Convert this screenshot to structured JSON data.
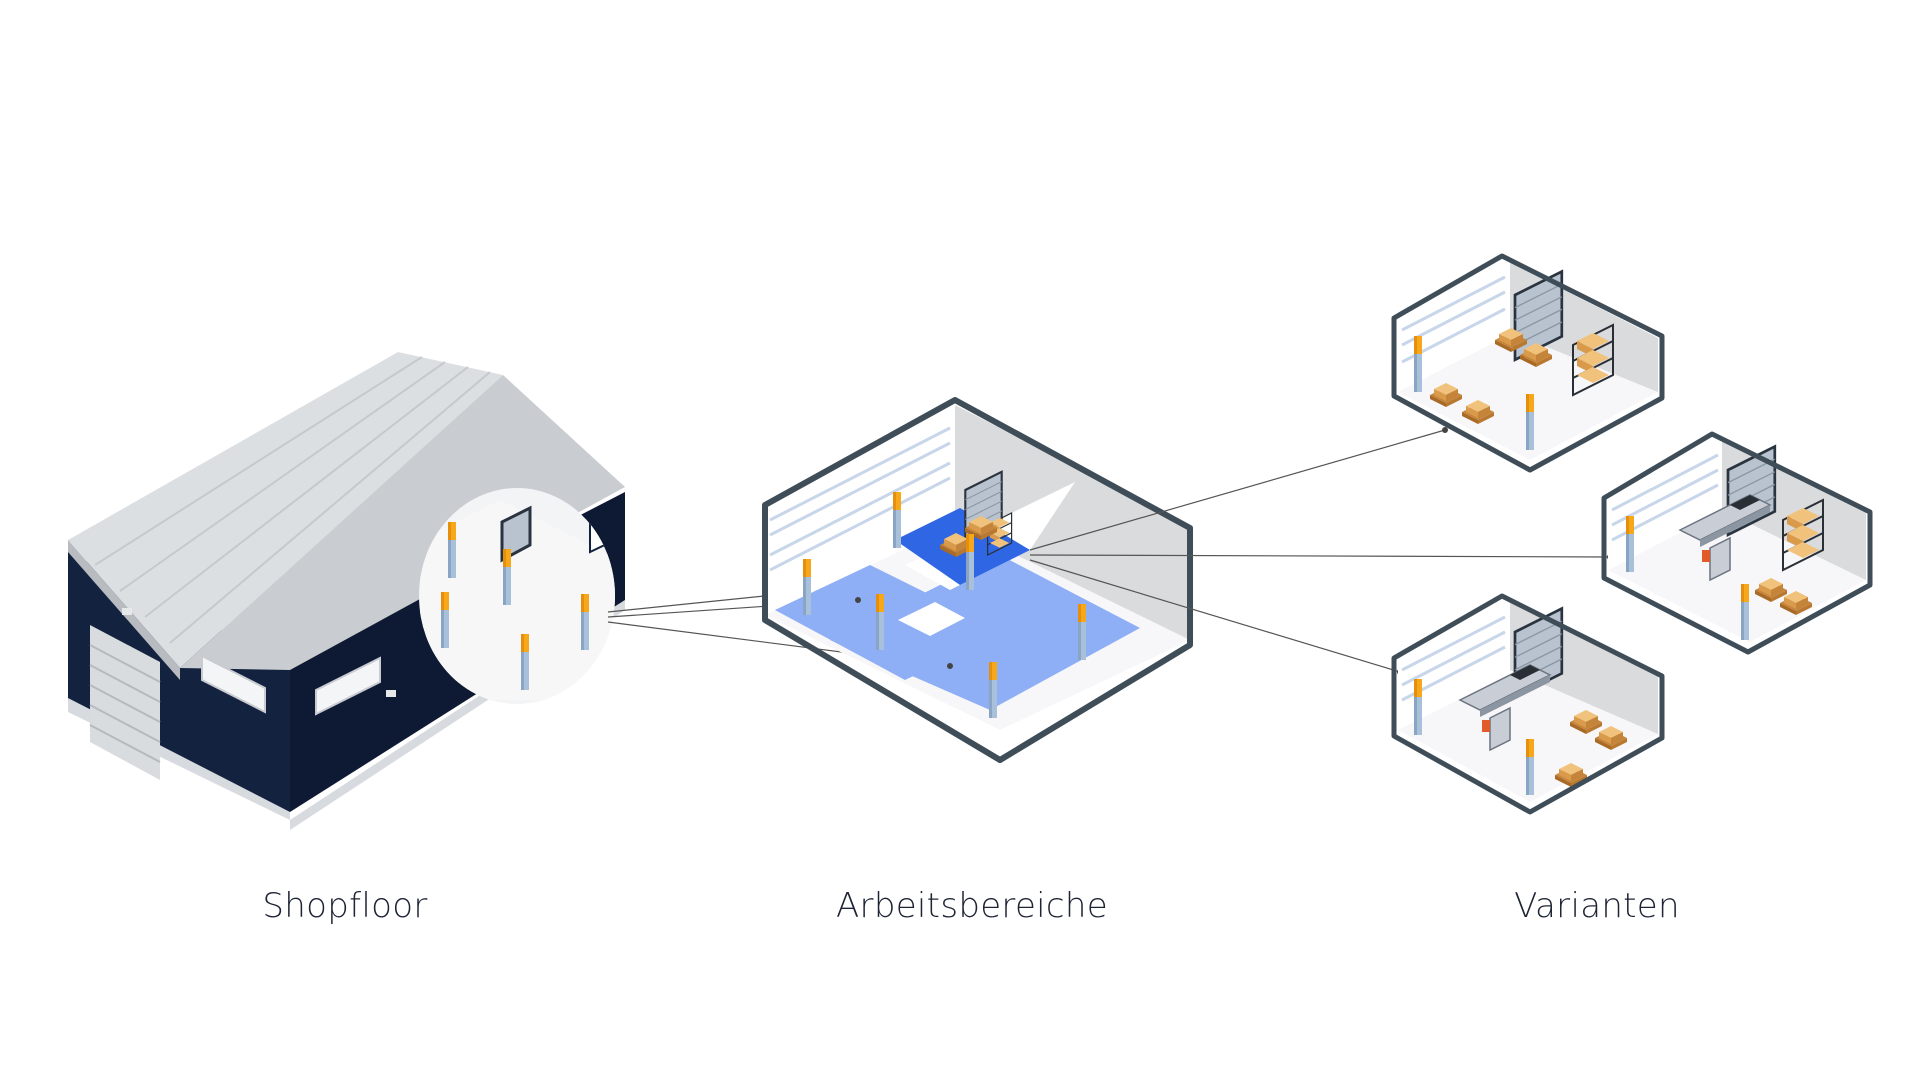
{
  "captions": {
    "shopfloor": "Shopfloor",
    "work_areas": "Arbeitsbereiche",
    "variants": "Varianten"
  },
  "colors": {
    "background": "#ffffff",
    "building_dark": "#13223f",
    "roof": "#d9dcdf",
    "room_outline": "#3e4d57",
    "zone_blue": "#8eaef5",
    "zone_dark_blue": "#2f66e3",
    "sensor_orange": "#f7a81a",
    "sensor_pole": "#a9c0da",
    "box_brown": "#d99b4b",
    "connector_line": "#555555"
  },
  "icons": {
    "building": "warehouse-building-icon",
    "room": "isometric-room-icon",
    "sensor": "sensor-pole-icon",
    "pallet": "pallet-boxes-icon",
    "shelf": "storage-shelf-icon",
    "conveyor": "conveyor-belt-icon",
    "gate": "roller-door-icon"
  }
}
